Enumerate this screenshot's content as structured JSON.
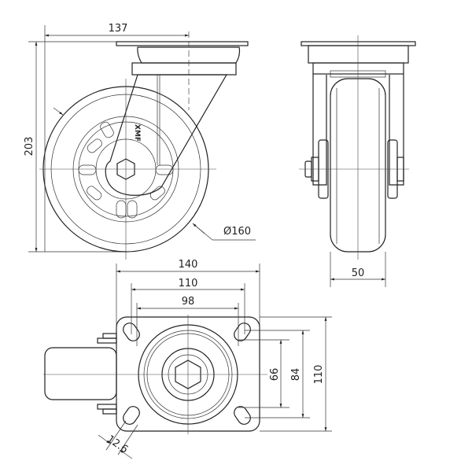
{
  "title": "Swivel caster technical drawing",
  "side_view": {
    "width_dim": "137",
    "height_dim": "203",
    "diameter_dim": "Ø160",
    "logo": "XMF"
  },
  "front_view": {
    "wheel_width_dim": "50"
  },
  "top_view": {
    "plate_width_dim": "140",
    "bolt_outer_dim": "110",
    "bolt_inner_dim": "98",
    "vert_inner_dim": "66",
    "vert_mid_dim": "84",
    "vert_outer_dim": "110",
    "slot_dim": "12.6"
  },
  "colors": {
    "line": "#222222",
    "background": "#ffffff"
  }
}
